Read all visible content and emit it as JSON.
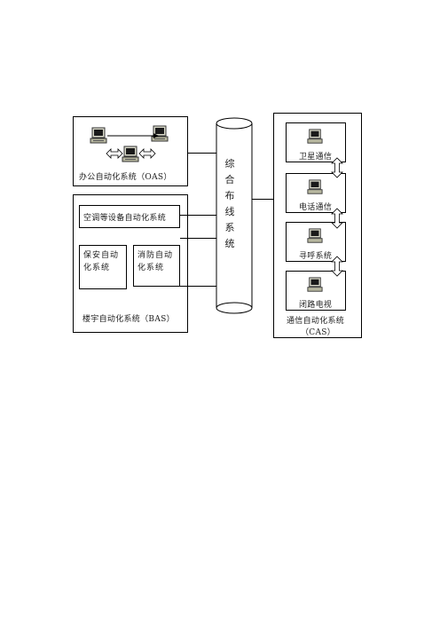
{
  "oas": {
    "label": "办公自动化系统（OAS）"
  },
  "bas": {
    "label": "楼宇自动化系统（BAS）",
    "hvac": "空调等设备自动化系统",
    "security": "保安自动化系统",
    "fire": "消防自动化系统"
  },
  "cabling": {
    "chars": [
      "综",
      "合",
      "布",
      "线",
      "系",
      "统"
    ]
  },
  "cas": {
    "label_line1": "通信自动化系统",
    "label_line2": "（CAS）",
    "items": [
      "卫星通信",
      "电话通信",
      "寻呼系统",
      "闭路电视"
    ]
  },
  "icons": {
    "computer": "computer-icon",
    "arrow": "double-arrow-icon"
  }
}
